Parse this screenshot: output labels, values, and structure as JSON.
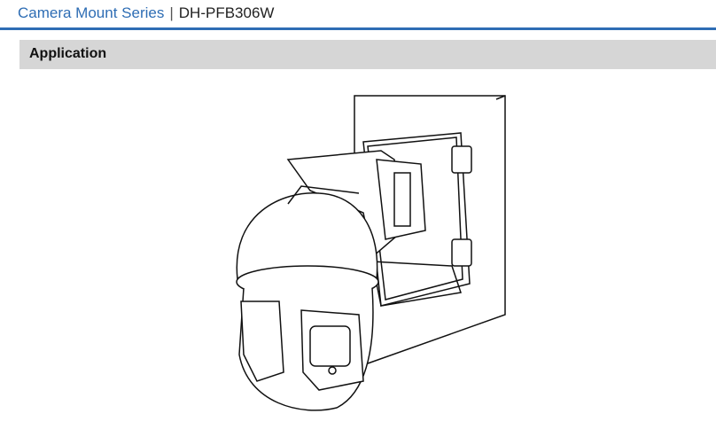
{
  "header": {
    "series": "Camera Mount Series",
    "separator": "|",
    "model": "DH-PFB306W"
  },
  "section": {
    "title": "Application"
  },
  "colors": {
    "accent": "#2e6db4",
    "section_bg": "#d6d6d6"
  }
}
